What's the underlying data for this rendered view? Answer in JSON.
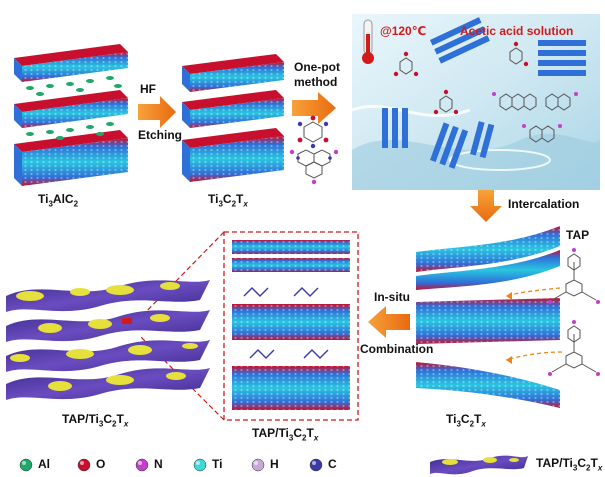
{
  "labels": {
    "ti3alc2": "Ti3AlC2",
    "hf": "HF",
    "etching": "Etching",
    "ti3c2tx_top": "Ti3C2Tx",
    "one_pot": "One-pot",
    "method": "method",
    "temperature": "@120℃",
    "acetic": "Acetic acid solution",
    "intercalation": "Intercalation",
    "tap": "TAP",
    "in_situ": "In-situ",
    "combination": "Combination",
    "ti3c2tx_bottom": "Ti3C2Tx",
    "tap_ti3c2tx_left": "TAP/Ti3C2Tx",
    "tap_ti3c2tx_center": "TAP/Ti3C2Tx"
  },
  "legend": [
    {
      "label": "Al",
      "color": "#1fa86a"
    },
    {
      "label": "O",
      "color": "#c8102e"
    },
    {
      "label": "N",
      "color": "#c040c8"
    },
    {
      "label": "Ti",
      "color": "#3fd8d8"
    },
    {
      "label": "H",
      "color": "#c8a8d8"
    },
    {
      "label": "C",
      "color": "#3a3aa8"
    }
  ],
  "legend_last": "TAP/Ti3C2Tx",
  "colors": {
    "arrow": "#f0841a",
    "layer_blue": "#2a50c8",
    "layer_cyan": "#29c6e0",
    "oxygen_red": "#c8102e",
    "sheet_purple": "#5a3aa0",
    "flake_yellow": "#e6e03c",
    "dash_red": "#d21a1a"
  }
}
